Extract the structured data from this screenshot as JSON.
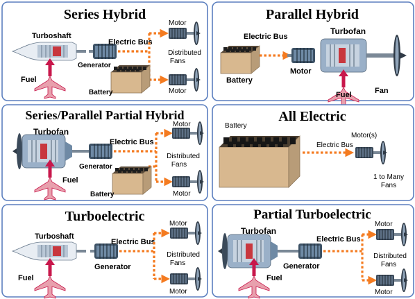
{
  "panels": {
    "series_hybrid": {
      "title": "Series Hybrid",
      "turboshaft": "Turboshaft",
      "electric_bus": "Electric Bus",
      "generator": "Generator",
      "fuel": "Fuel",
      "battery": "Battery",
      "motor_top": "Motor",
      "motor_bottom": "Motor",
      "distributed": "Distributed",
      "fans": "Fans"
    },
    "parallel_hybrid": {
      "title": "Parallel Hybrid",
      "electric_bus": "Electric Bus",
      "turbofan": "Turbofan",
      "battery": "Battery",
      "motor": "Motor",
      "fuel": "Fuel",
      "fan": "Fan"
    },
    "series_parallel": {
      "title": "Series/Parallel Partial Hybrid",
      "turbofan": "Turbofan",
      "electric_bus": "Electric Bus",
      "generator": "Generator",
      "fuel": "Fuel",
      "battery": "Battery",
      "motor_top": "Motor",
      "motor_bottom": "Motor",
      "distributed": "Distributed",
      "fans": "Fans"
    },
    "all_electric": {
      "title": "All Electric",
      "battery": "Battery",
      "electric_bus": "Electric Bus",
      "motors": "Motor(s)",
      "many_1": "1 to Many",
      "many_2": "Fans"
    },
    "turboelectric": {
      "title": "Turboelectric",
      "turboshaft": "Turboshaft",
      "electric_bus": "Electric Bus",
      "generator": "Generator",
      "fuel": "Fuel",
      "motor_top": "Motor",
      "motor_bottom": "Motor",
      "distributed": "Distributed",
      "fans": "Fans"
    },
    "partial_turboelectric": {
      "title": "Partial Turboelectric",
      "turbofan": "Turbofan",
      "electric_bus": "Electric Bus",
      "generator": "Generator",
      "fuel": "Fuel",
      "motor_top": "Motor",
      "motor_bottom": "Motor",
      "distributed": "Distributed",
      "fans": "Fans"
    }
  },
  "colors": {
    "frame": "#5b7fbf",
    "bus": "#f47b20",
    "fuel_arrow": "#c8174b",
    "battery_side": "#c9a57a",
    "battery_top": "#8b7357",
    "motor": "#3b4a5a",
    "engine_blue": "#9ab0c8",
    "engine_red": "#c8373e"
  }
}
